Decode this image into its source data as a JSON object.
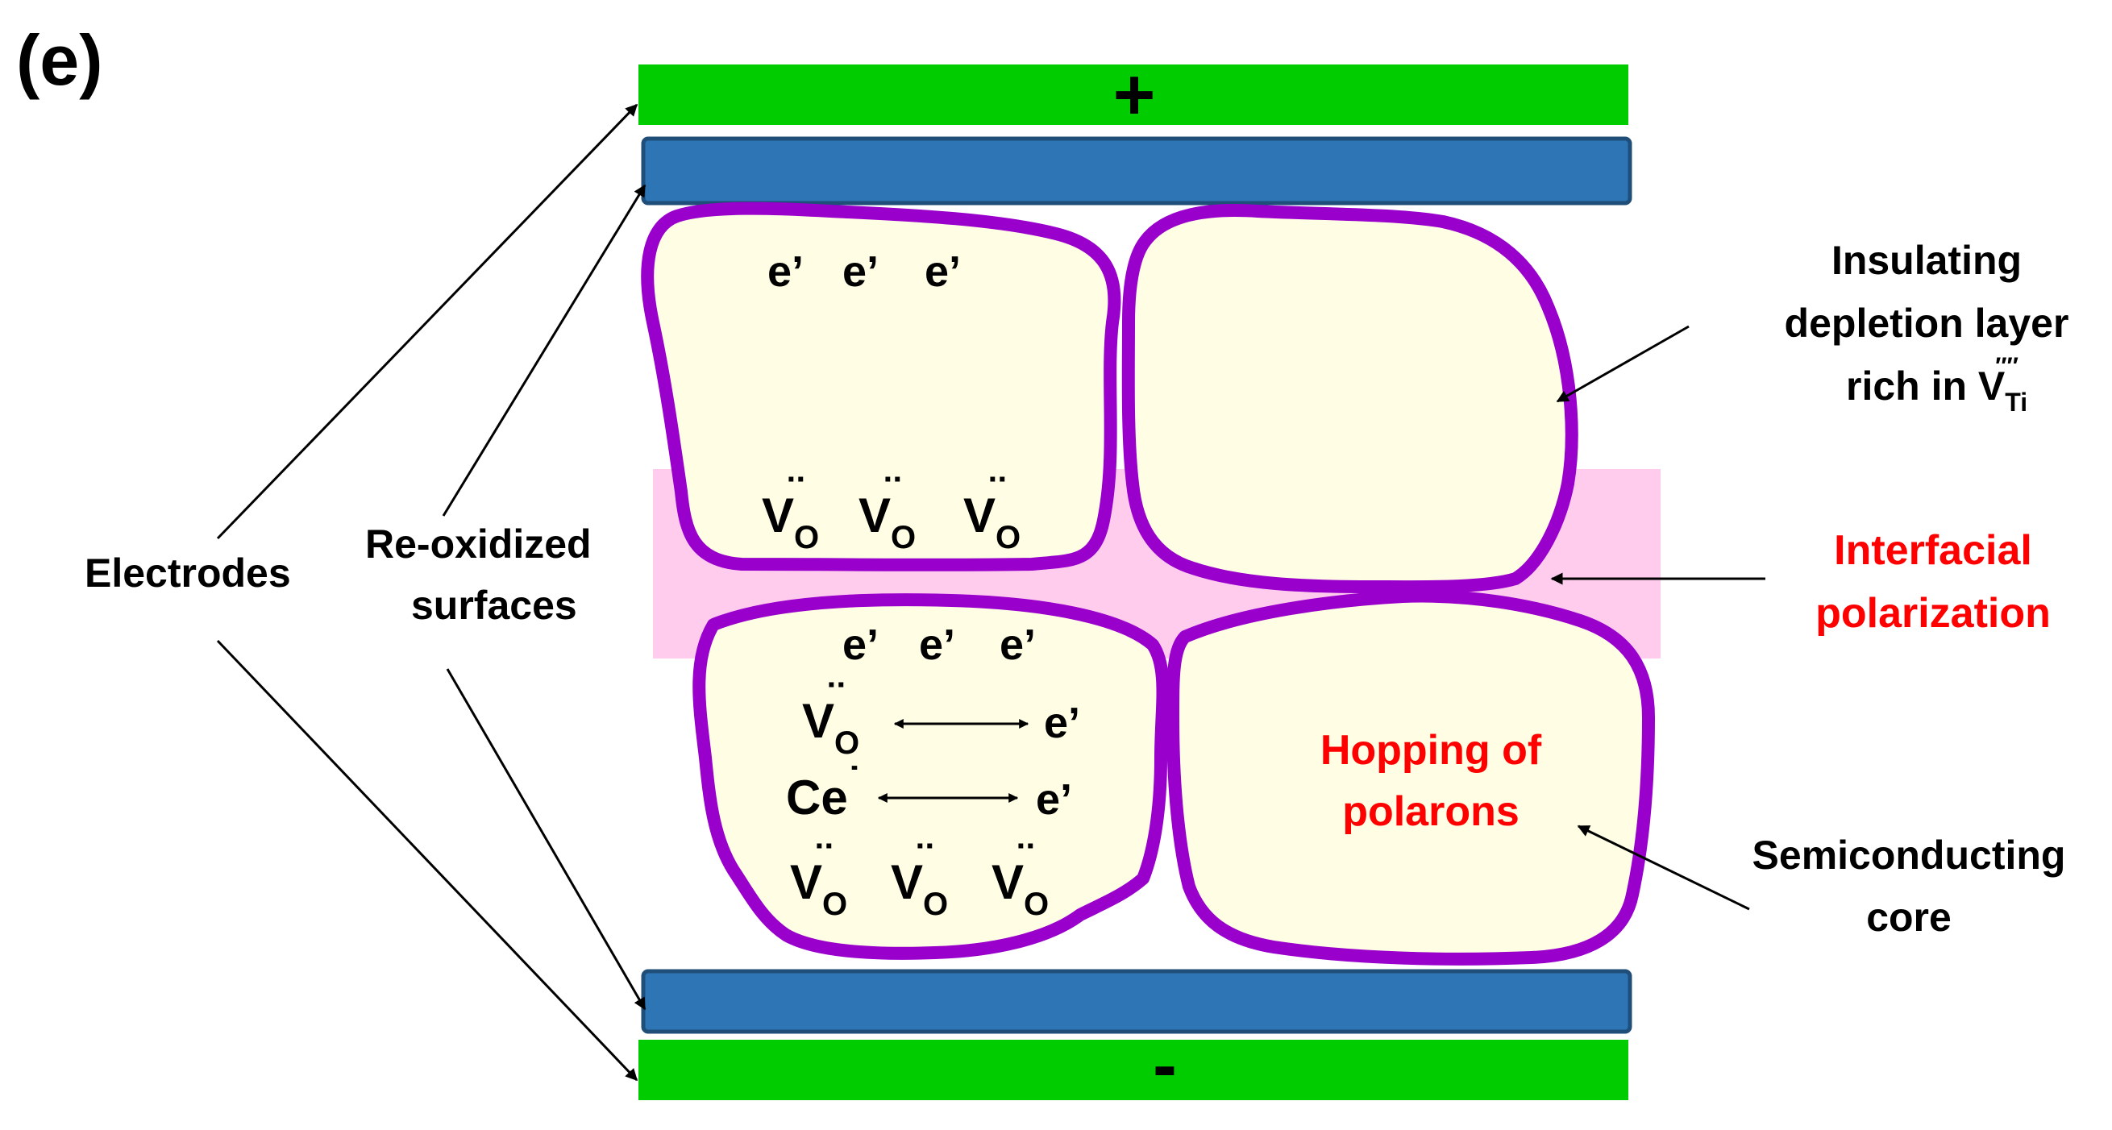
{
  "panel_label": "(e)",
  "electrode_signs": {
    "top": "+",
    "bottom": "-"
  },
  "left_labels": {
    "electrodes": "Electrodes",
    "reoxidized_line1": "Re-oxidized",
    "reoxidized_line2": "surfaces"
  },
  "right_labels": {
    "insulating_line1": "Insulating",
    "insulating_line2": "depletion layer",
    "insulating_line3_prefix": "rich in V",
    "insulating_sub": "Ti",
    "insulating_sup": "′′′′",
    "interfacial_line1": "Interfacial",
    "interfacial_line2": "polarization",
    "semiconducting_line1": "Semiconducting",
    "semiconducting_line2": "core"
  },
  "grain_top_left": {
    "electrons": [
      "e’",
      "e’",
      "e’"
    ],
    "vacancy_base": "V",
    "vacancy_sub": "O",
    "vacancy_sup": "¨"
  },
  "grain_bottom_left": {
    "electrons": [
      "e’",
      "e’",
      "e’"
    ],
    "pair1_left_base": "V",
    "pair1_left_sub": "O",
    "pair1_left_sup": "¨",
    "pair1_right": "e’",
    "pair2_left_base": "Ce",
    "pair2_left_sup": "˙",
    "pair2_right": "e’",
    "vacancy_base": "V",
    "vacancy_sub": "O",
    "vacancy_sup": "¨"
  },
  "grain_bottom_right": {
    "hopping_line1": "Hopping of",
    "hopping_line2": "polarons"
  },
  "colors": {
    "electrode_outer": "#00CC00",
    "electrode_inner": "#2E75B6",
    "grain_fill": "#FFFDE3",
    "grain_border": "#9900CC",
    "interface_band": "#FFCCEE",
    "red_text": "#FF0000",
    "black_text": "#000000"
  }
}
